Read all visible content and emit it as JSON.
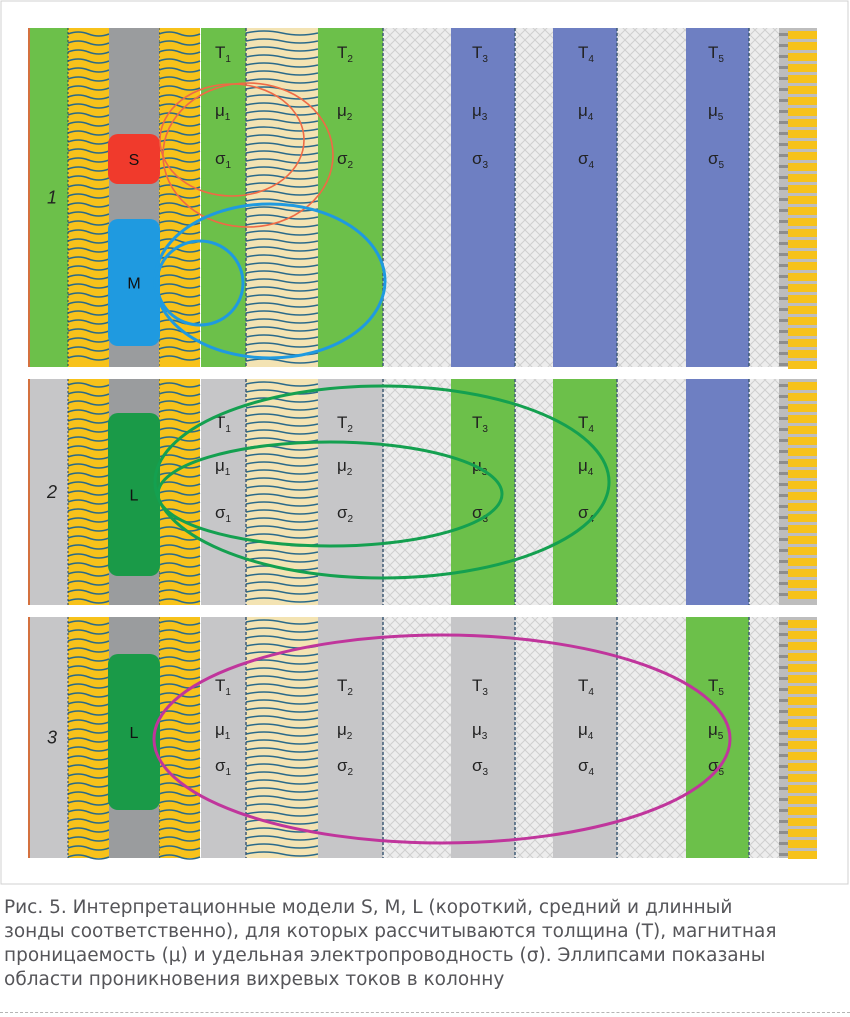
{
  "figure": {
    "colors": {
      "active": "#6cc04a",
      "casing": "#6e7fc2",
      "inactive": "#c6c6c8",
      "tubing_body": "#f7c21b",
      "tubing_wave": "#2a6a8a",
      "cement_body": "#f3e3b3",
      "pipe": "#9a9c9e",
      "formation": "#f6c21a"
    },
    "panels": [
      {
        "number": "1",
        "probes": [
          {
            "label": "S",
            "color": "#f03a2c"
          },
          {
            "label": "M",
            "color": "#1f9ae0"
          }
        ],
        "zones": [
          {
            "id": "1",
            "T": "T",
            "mu": "μ",
            "sigma": "σ",
            "sub": "1",
            "state": "active"
          },
          {
            "id": "2",
            "T": "T",
            "mu": "μ",
            "sigma": "σ",
            "sub": "2",
            "state": "active"
          },
          {
            "id": "3",
            "T": "T",
            "mu": "μ",
            "sigma": "σ",
            "sub": "3",
            "state": "casing"
          },
          {
            "id": "4",
            "T": "T",
            "mu": "μ",
            "sigma": "σ",
            "sub": "4",
            "state": "casing"
          },
          {
            "id": "5",
            "T": "T",
            "mu": "μ",
            "sigma": "σ",
            "sub": "5",
            "state": "casing"
          }
        ],
        "ellipses": [
          {
            "color": "#ef6a45"
          },
          {
            "color": "#ef6a45"
          },
          {
            "color": "#1f9ae0"
          },
          {
            "color": "#1f9ae0"
          }
        ]
      },
      {
        "number": "2",
        "probes": [
          {
            "label": "L",
            "color": "#1a9a48"
          }
        ],
        "zones": [
          {
            "id": "1",
            "T": "T",
            "mu": "μ",
            "sigma": "σ",
            "sub": "1",
            "state": "inactive"
          },
          {
            "id": "2",
            "T": "T",
            "mu": "μ",
            "sigma": "σ",
            "sub": "2",
            "state": "inactive"
          },
          {
            "id": "3",
            "T": "T",
            "mu": "μ",
            "sigma": "σ",
            "sub": "3",
            "state": "active"
          },
          {
            "id": "4",
            "T": "T",
            "mu": "μ",
            "sigma": "σ",
            "sub": "4",
            "state": "active"
          },
          {
            "id": "5",
            "T": "",
            "mu": "",
            "sigma": "",
            "sub": "",
            "state": "casing"
          }
        ],
        "ellipses": [
          {
            "color": "#14a050"
          },
          {
            "color": "#14a050"
          }
        ]
      },
      {
        "number": "3",
        "probes": [
          {
            "label": "L",
            "color": "#1a9a48"
          }
        ],
        "zones": [
          {
            "id": "1",
            "T": "T",
            "mu": "μ",
            "sigma": "σ",
            "sub": "1",
            "state": "inactive"
          },
          {
            "id": "2",
            "T": "T",
            "mu": "μ",
            "sigma": "σ",
            "sub": "2",
            "state": "inactive"
          },
          {
            "id": "3",
            "T": "T",
            "mu": "μ",
            "sigma": "σ",
            "sub": "3",
            "state": "inactive"
          },
          {
            "id": "4",
            "T": "T",
            "mu": "μ",
            "sigma": "σ",
            "sub": "4",
            "state": "inactive"
          },
          {
            "id": "5",
            "T": "T",
            "mu": "μ",
            "sigma": "σ",
            "sub": "5",
            "state": "active"
          }
        ],
        "ellipses": [
          {
            "color": "#c0359c"
          }
        ]
      }
    ]
  },
  "caption": {
    "line1": "Рис. 5. Интерпретационные модели S, M, L (короткий, средний и длинный",
    "line2": "зонды соответственно), для которых рассчитываются толщина (T), магнитная",
    "line3": "проницаемость (μ) и удельная электропроводность (σ). Эллипсами показаны",
    "line4": "области проникновения вихревых токов в колонну"
  }
}
